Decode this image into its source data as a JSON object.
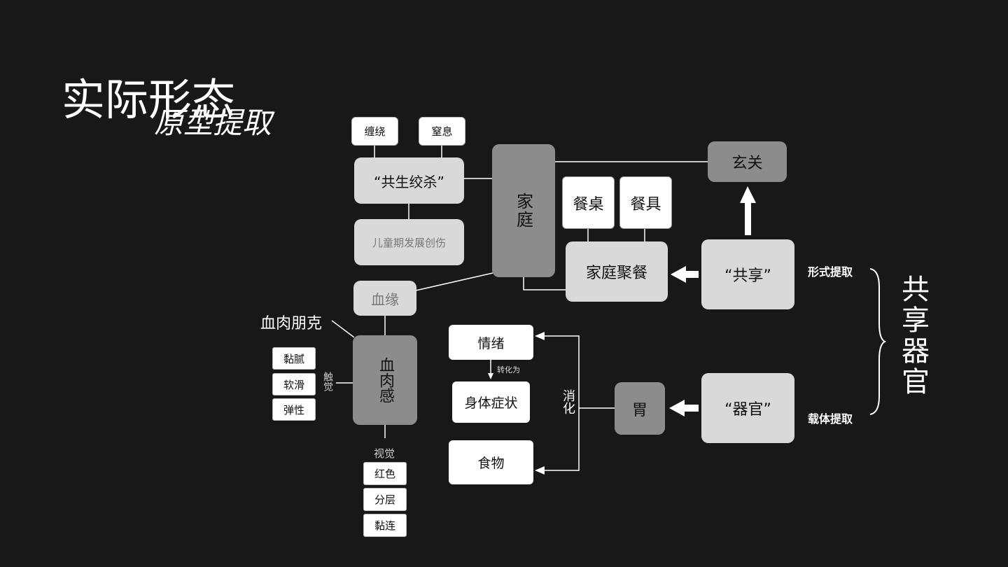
{
  "title": {
    "main": "实际形态",
    "sub": "原型提取"
  },
  "nodes": {
    "chanrao": "缠绕",
    "zhixi": "窒息",
    "gongsheng": "“共生绞杀”",
    "trauma": "儿童期发展创伤",
    "jiating": "家庭",
    "xuanguan": "玄关",
    "canzhuo": "餐桌",
    "canju": "餐具",
    "juju": "家庭聚餐",
    "share": "“共享”",
    "xueyuan": "血缘",
    "punk": "血肉朋克",
    "xuerougan": "血肉感",
    "nianni": "黏腻",
    "ruanhua": "软滑",
    "tanxing": "弹性",
    "chujue": "触觉",
    "shijue": "视觉",
    "hongse": "红色",
    "fenceng": "分层",
    "nianlian": "黏连",
    "qingxu": "情绪",
    "zhuanhua": "转化为",
    "zhengzhuang": "身体症状",
    "shiwu": "食物",
    "xiaohua": "消化",
    "wei": "胃",
    "organ": "“器官”",
    "form_extract": "形式提取",
    "carrier_extract": "载体提取",
    "shared_organ": "共享器官"
  },
  "colors": {
    "background": "#181818",
    "light_box": "#d9d9d9",
    "dark_box": "#8c8c8c",
    "white_box": "#ffffff",
    "line": "#ffffff"
  }
}
